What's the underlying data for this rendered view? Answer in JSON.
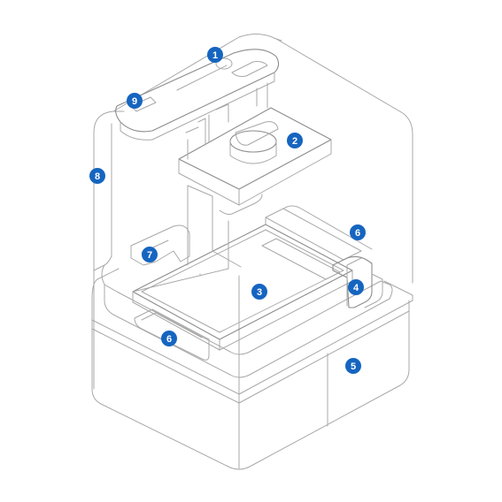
{
  "colors": {
    "line": "#a8a8a8",
    "callout_fill": "#1565c0",
    "callout_text": "#ffffff",
    "background": "#ffffff"
  },
  "callouts": [
    {
      "id": "c1",
      "label": "1"
    },
    {
      "id": "c2",
      "label": "2"
    },
    {
      "id": "c3",
      "label": "3"
    },
    {
      "id": "c4",
      "label": "4"
    },
    {
      "id": "c5",
      "label": "5"
    },
    {
      "id": "c6a",
      "label": "6"
    },
    {
      "id": "c6b",
      "label": "6"
    },
    {
      "id": "c7",
      "label": "7"
    },
    {
      "id": "c8",
      "label": "8"
    },
    {
      "id": "c9",
      "label": "9"
    }
  ]
}
